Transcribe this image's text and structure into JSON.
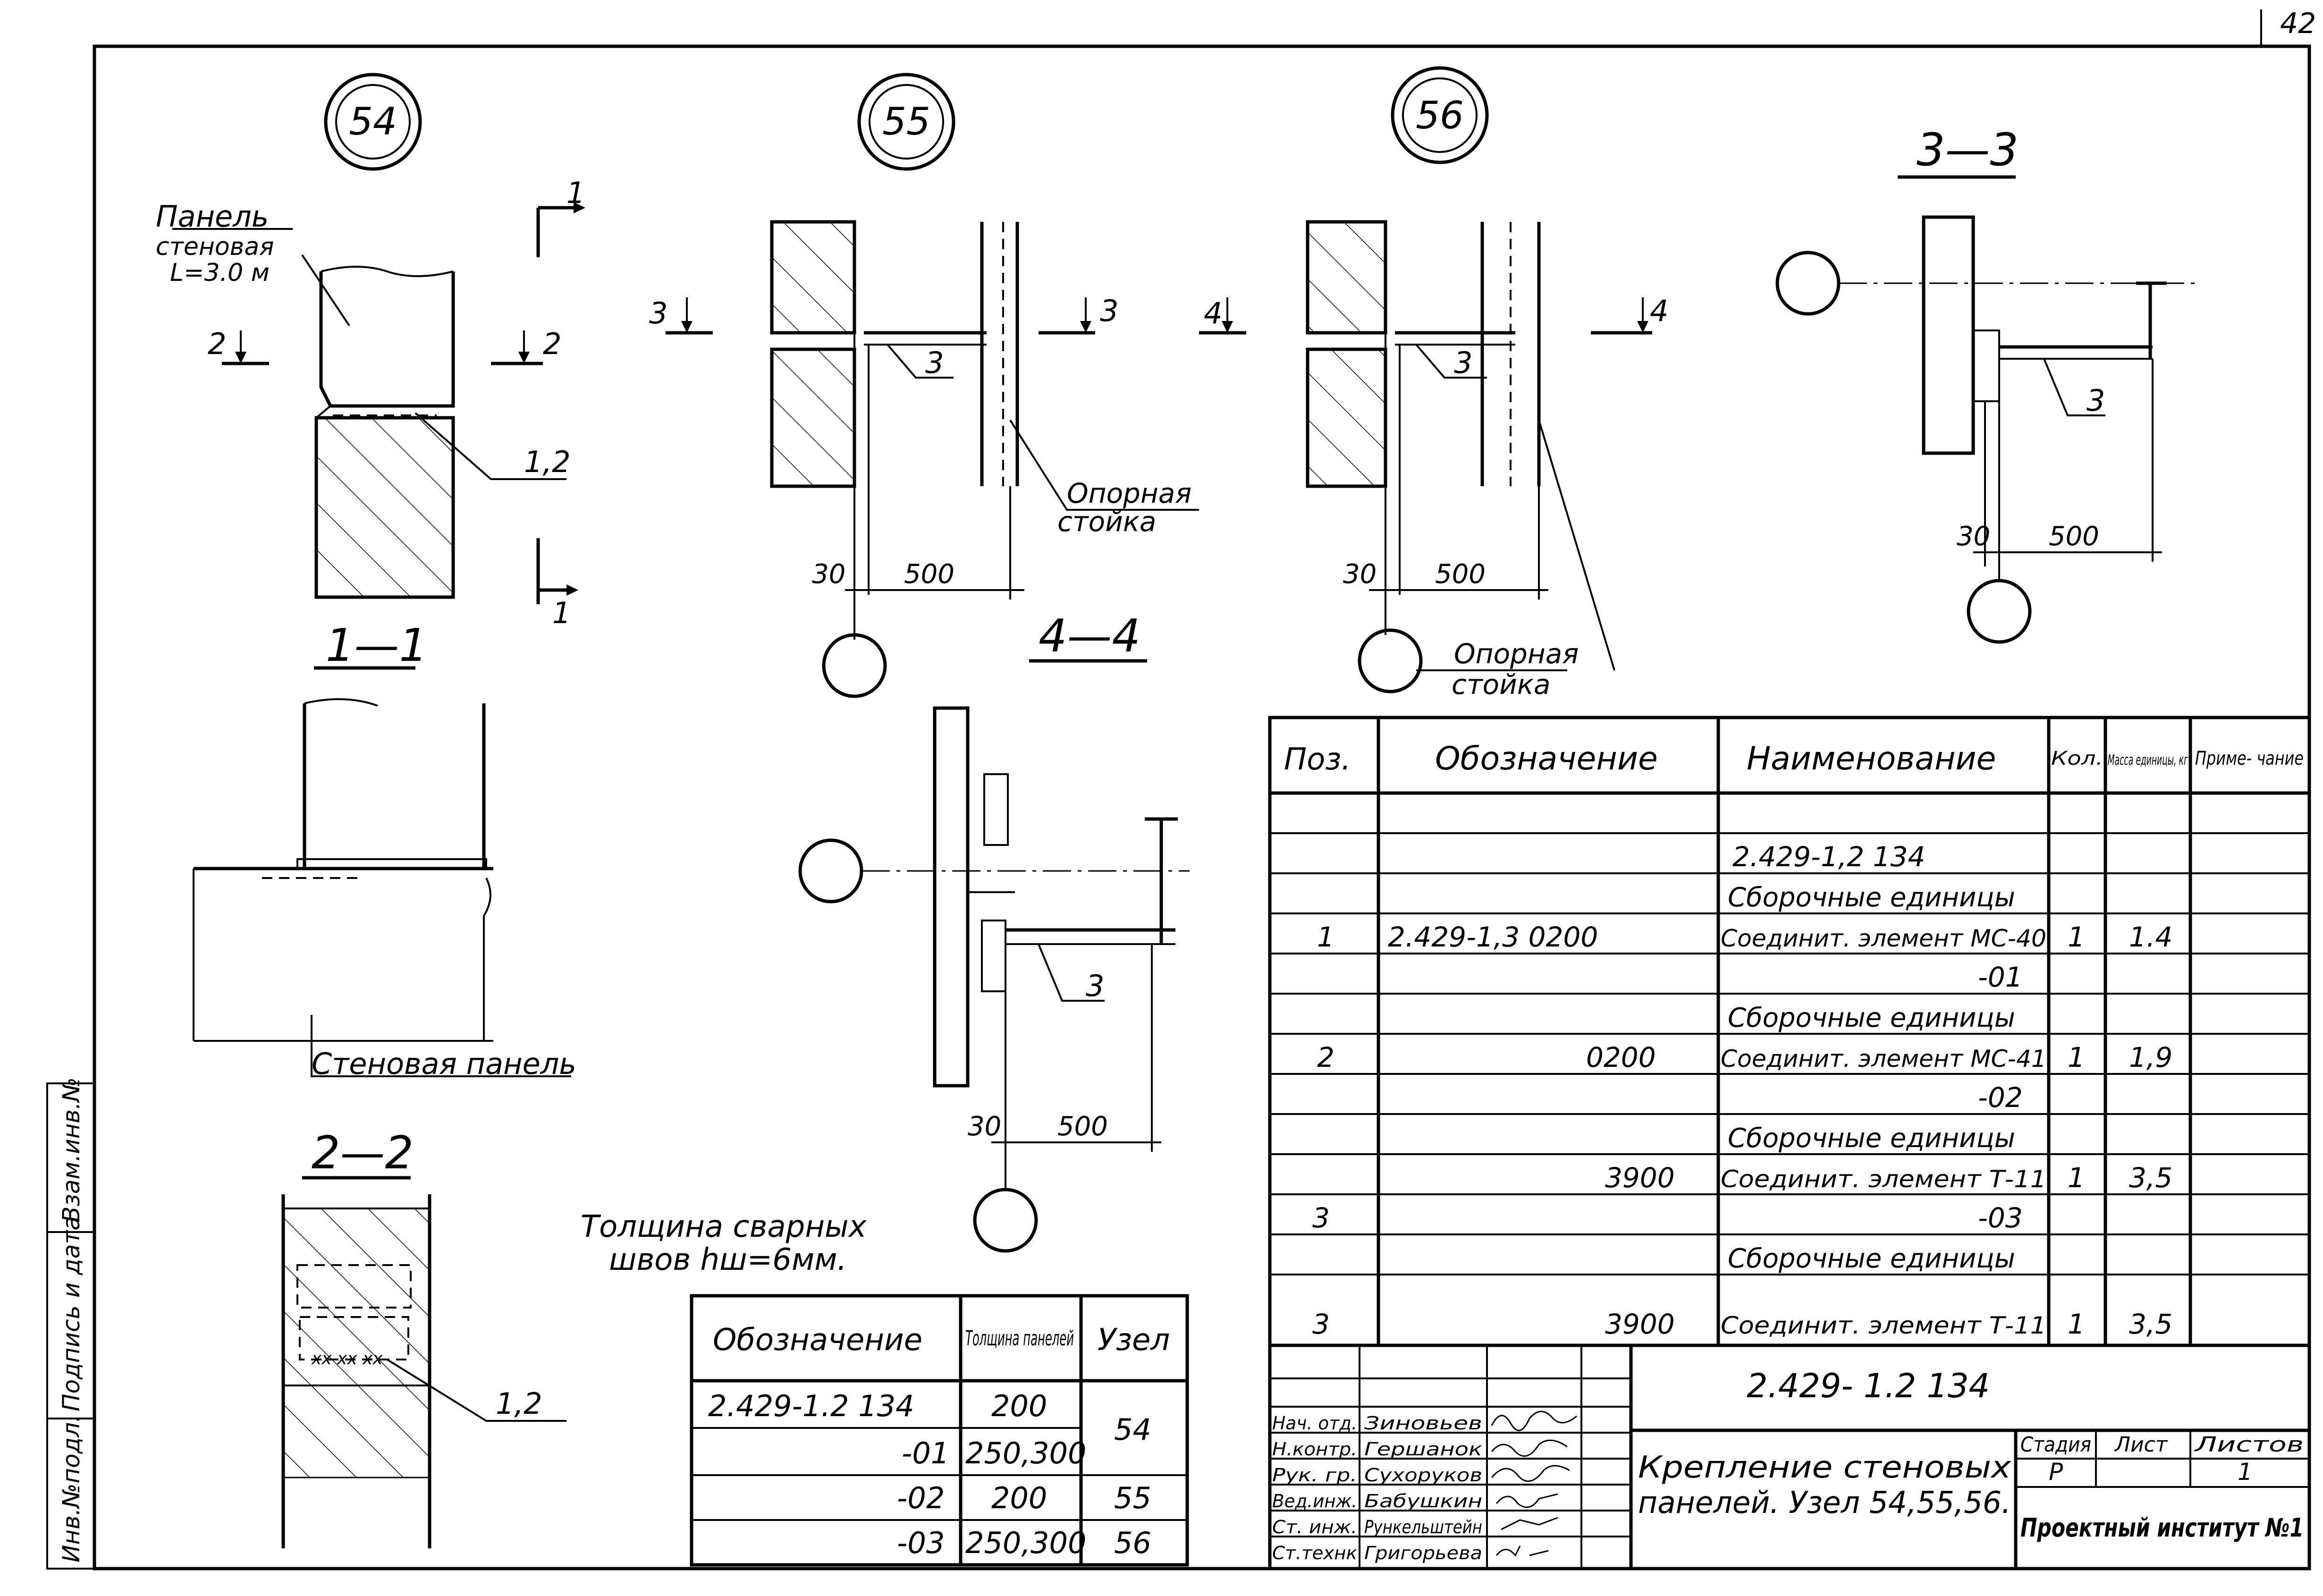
{
  "sheet_number": "42",
  "nodes": {
    "n54": "54",
    "n55": "55",
    "n56": "56"
  },
  "callouts": {
    "panel_1": "Панель",
    "panel_2": "стеновая",
    "panel_3": "L=3.0 м",
    "pos12": "1,2",
    "pos12b": "1,2",
    "pos3a": "3",
    "pos3b": "3",
    "pos3c": "3",
    "pos3d": "3",
    "support_1": "Опорная",
    "support_2": "стойка",
    "support_3": "Опорная",
    "support_4": "стойка",
    "wall_panel": "Стеновая панель",
    "weld_1": "Толщина сварных",
    "weld_2": "швов  hш=6мм."
  },
  "section_marks": {
    "s1a": "1",
    "s1b": "1",
    "s2a": "2",
    "s2b": "2",
    "s3a": "3",
    "s3b": "3",
    "s4a": "4",
    "s4b": "4"
  },
  "section_titles": {
    "t11": "1—1",
    "t22": "2—2",
    "t33": "3—3",
    "t44": "4—4"
  },
  "dims": {
    "d30a": "30",
    "d500a": "500",
    "d30b": "30",
    "d500b": "500",
    "d30c": "30",
    "d500c": "500",
    "d30d": "30",
    "d500d": "500"
  },
  "left_stamp": {
    "inv_podl": "Инв.№подл.",
    "podpis": "Подпись и дата",
    "vzam": "Взам.инв.№"
  },
  "thickness_table": {
    "headers": [
      "Обозначение",
      "Толщина панелей",
      "Узел"
    ],
    "rows": [
      {
        "code": "2.429-1.2 134",
        "thickness": "200"
      },
      {
        "code": "-01",
        "thickness": "250,300"
      },
      {
        "code": "-02",
        "thickness": "200",
        "node": "55"
      },
      {
        "code": "-03",
        "thickness": "250,300",
        "node": "56"
      }
    ],
    "merged_node": "54"
  },
  "spec_table": {
    "headers": {
      "pos": "Поз.",
      "designation": "Обозначение",
      "name": "Наименование",
      "qty": "Кол.",
      "mass": "Масса единицы, кг",
      "note": "Приме- чание"
    },
    "rows": [
      {
        "pos": "",
        "designation": "",
        "name": "",
        "qty": "",
        "mass": ""
      },
      {
        "pos": "",
        "designation": "",
        "name": "2.429-1,2  134",
        "qty": "",
        "mass": ""
      },
      {
        "pos": "",
        "designation": "",
        "name": "Сборочные единицы",
        "qty": "",
        "mass": ""
      },
      {
        "pos": "1",
        "designation": "2.429-1,3   0200",
        "name": "Соединит. элемент МС-40",
        "qty": "1",
        "mass": "1.4"
      },
      {
        "pos": "",
        "designation": "",
        "name": "-01",
        "qty": "",
        "mass": ""
      },
      {
        "pos": "",
        "designation": "",
        "name": "Сборочные единицы",
        "qty": "",
        "mass": ""
      },
      {
        "pos": "2",
        "designation": "0200",
        "name": "Соединит. элемент МС-41",
        "qty": "1",
        "mass": "1,9"
      },
      {
        "pos": "",
        "designation": "",
        "name": "-02",
        "qty": "",
        "mass": ""
      },
      {
        "pos": "",
        "designation": "",
        "name": "Сборочные единицы",
        "qty": "",
        "mass": ""
      },
      {
        "pos": "",
        "designation": "3900",
        "name": "Соединит. элемент Т-11",
        "qty": "1",
        "mass": "3,5"
      },
      {
        "pos": "3",
        "designation": "",
        "name": "-03",
        "qty": "",
        "mass": ""
      },
      {
        "pos": "",
        "designation": "",
        "name": "Сборочные единицы",
        "qty": "",
        "mass": ""
      },
      {
        "pos": "3",
        "designation": "3900",
        "name": "Соединит. элемент Т-11",
        "qty": "1",
        "mass": "3,5"
      }
    ]
  },
  "title_block": {
    "doc_code": "2.429- 1.2   134",
    "title_1": "Крепление стеновых",
    "title_2": "панелей. Узел 54,55,56.",
    "stage_label": "Стадия",
    "sheet_label": "Лист",
    "sheets_label": "Листов",
    "stage": "Р",
    "sheet": "1",
    "organization": "Проектный институт №1",
    "people": [
      {
        "role": "Нач. отд.",
        "name": "Зиновьев"
      },
      {
        "role": "Н.контр.",
        "name": "Гершанок"
      },
      {
        "role": "Рук. гр.",
        "name": "Сухоруков"
      },
      {
        "role": "Вед.инж.",
        "name": "Бабушкин"
      },
      {
        "role": "Ст. инж.",
        "name": "Рункельштейн"
      },
      {
        "role": "Ст.технк",
        "name": "Григорьева"
      }
    ]
  }
}
